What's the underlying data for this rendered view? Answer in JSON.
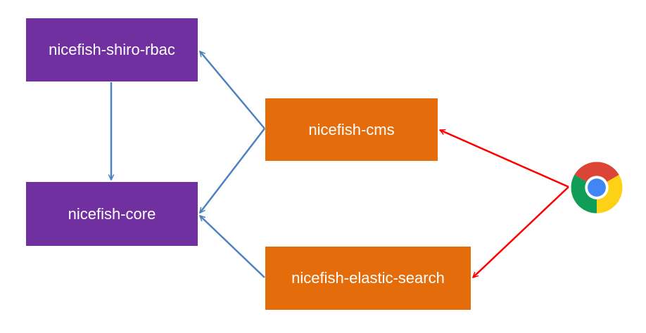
{
  "diagram": {
    "nodes": {
      "rbac": {
        "label": "nicefish-shiro-rbac"
      },
      "core": {
        "label": "nicefish-core"
      },
      "cms": {
        "label": "nicefish-cms"
      },
      "search": {
        "label": "nicefish-elastic-search"
      }
    },
    "client_icon": "chrome-browser-icon",
    "colors": {
      "module_core": "#7030a0",
      "module_app": "#e46c0a",
      "dependency_arrow": "#4f81bd",
      "request_arrow": "#ff0000"
    },
    "edges": [
      {
        "from": "rbac",
        "to": "core",
        "kind": "dependency"
      },
      {
        "from": "cms",
        "to": "rbac",
        "kind": "dependency"
      },
      {
        "from": "cms",
        "to": "core",
        "kind": "dependency"
      },
      {
        "from": "search",
        "to": "core",
        "kind": "dependency"
      },
      {
        "from": "client",
        "to": "cms",
        "kind": "request"
      },
      {
        "from": "client",
        "to": "search",
        "kind": "request"
      }
    ]
  }
}
